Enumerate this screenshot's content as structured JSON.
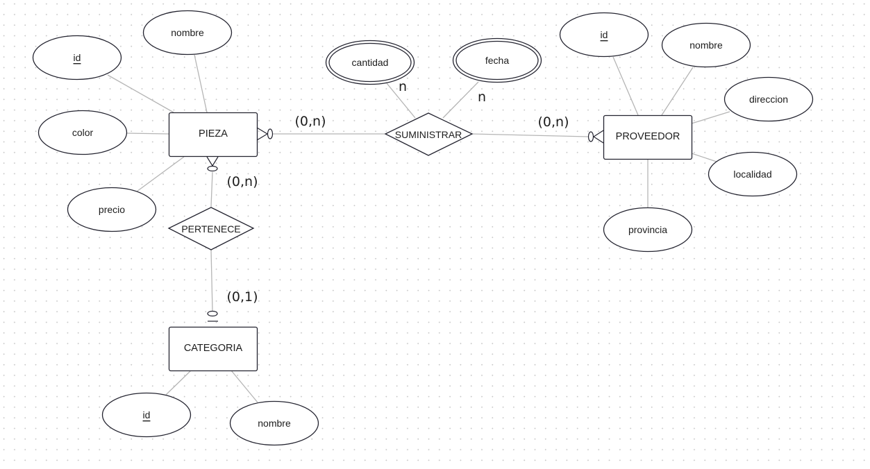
{
  "diagram": {
    "type": "entity-relationship",
    "entities": {
      "pieza": {
        "name": "PIEZA",
        "attributes": [
          {
            "name": "id",
            "key": true
          },
          {
            "name": "nombre",
            "key": false
          },
          {
            "name": "color",
            "key": false
          },
          {
            "name": "precio",
            "key": false
          }
        ]
      },
      "proveedor": {
        "name": "PROVEEDOR",
        "attributes": [
          {
            "name": "id",
            "key": true
          },
          {
            "name": "nombre",
            "key": false
          },
          {
            "name": "direccion",
            "key": false
          },
          {
            "name": "localidad",
            "key": false
          },
          {
            "name": "provincia",
            "key": false
          }
        ]
      },
      "categoria": {
        "name": "CATEGORIA",
        "attributes": [
          {
            "name": "id",
            "key": true
          },
          {
            "name": "nombre",
            "key": false
          }
        ]
      }
    },
    "relationships": {
      "suministrar": {
        "name": "SUMINISTRAR",
        "attributes": [
          {
            "name": "cantidad",
            "multivalued": true,
            "cardinality": "n"
          },
          {
            "name": "fecha",
            "multivalued": true,
            "cardinality": "n"
          }
        ],
        "cardinality_pieza": "(0,n)",
        "cardinality_proveedor": "(0,n)"
      },
      "pertenece": {
        "name": "PERTENECE",
        "cardinality_pieza": "(0,n)",
        "cardinality_categoria": "(0,1)"
      }
    }
  }
}
